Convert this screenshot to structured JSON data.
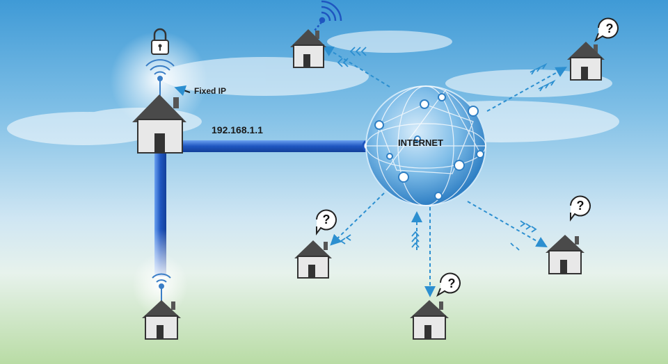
{
  "labels": {
    "ip_address": "192.168.1.1",
    "fixed_ip": "Fixed IP",
    "internet": "INTERNET"
  },
  "unknown_symbol": "?",
  "colors": {
    "link_blue": "#1f56c0",
    "dash_blue": "#2c8fd0",
    "globe": "#5aa7de"
  }
}
